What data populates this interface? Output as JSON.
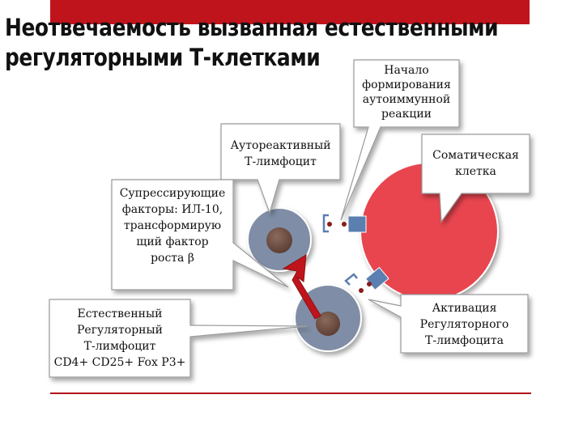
{
  "slide": {
    "title_line1": "Неотвечаемость вызванная естественными",
    "title_line2": "регуляторными Т-клетками"
  },
  "callouts": {
    "autoimmune_start": "Начало\nформирования\nаутоиммунной\nреакции",
    "autoreactive_lymphocyte": "Аутореактивный\nТ-лимфоцит",
    "somatic_cell": "Соматическая\nклетка",
    "suppressive_factors": "Супрессирующие\nфакторы: ИЛ-10,\nтрансформирую\nщий фактор\nроста β",
    "natural_treg": "Естественный\nРегуляторный\nТ-лимфоцит\nCD4+ CD25+ Fox P3+",
    "treg_activation": "Активация\nРегуляторного\nТ-лимфоцита"
  },
  "colors": {
    "accent_red": "#c0141c",
    "somatic_cell_fill": "#e8454f",
    "lymphocyte_fill": "#7f8ea6",
    "nucleus_fill": "#6b4a3e",
    "receptor_blue": "#5b7fb0",
    "arrow_red": "#c0141c"
  }
}
